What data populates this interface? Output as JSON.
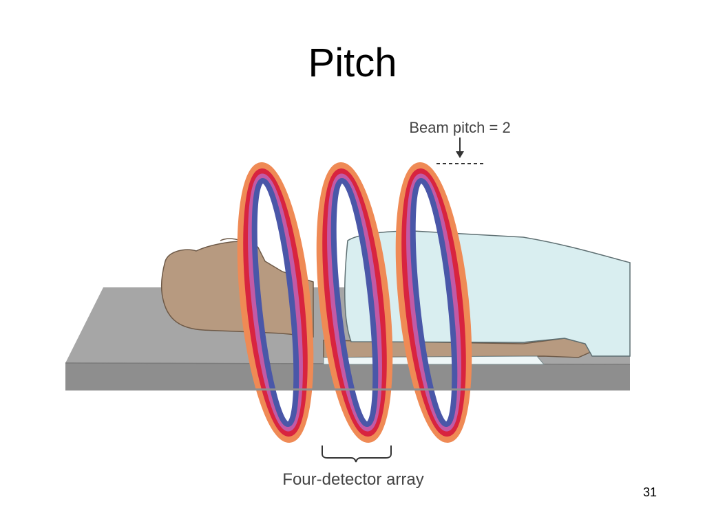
{
  "slide": {
    "title": "Pitch",
    "page_number": "31"
  },
  "diagram": {
    "beam_pitch_label": "Beam pitch = 2",
    "detector_array_label": "Four-detector array",
    "colors": {
      "helix_outer_orange": "#ef8a55",
      "helix_red": "#d8243f",
      "helix_magenta": "#c25aa6",
      "helix_blue": "#4a57a8",
      "table_top": "#a6a6a6",
      "table_edge": "#8e8e8e",
      "skin": "#b79a80",
      "sheet": "#d9eef0",
      "sheet_under": "#eef6f7"
    }
  }
}
